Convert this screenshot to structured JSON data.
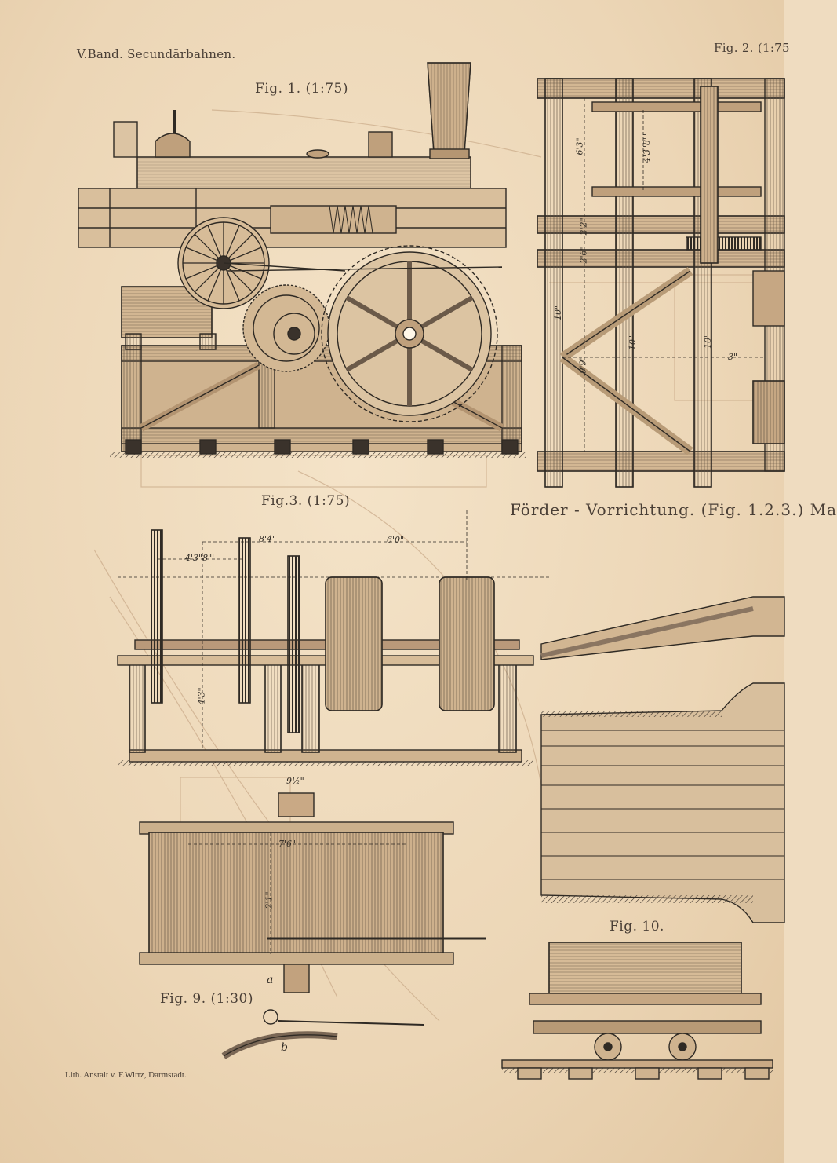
{
  "header": {
    "left": "V.Band. Secundärbahnen.",
    "right": "Fig. 2. (1:75"
  },
  "figures": {
    "fig1": "Fig. 1. (1:75)",
    "fig3": "Fig.3. (1:75)",
    "fig9": "Fig. 9. (1:30)",
    "fig10": "Fig. 10.",
    "title": "Förder - Vorrichtung. (Fig. 1.2.3.) Ma"
  },
  "dimensions": {
    "fig2_a": "6'3\"",
    "fig2_b": "4'3\"8\"'",
    "fig2_c": "2'2\"",
    "fig2_d": "2'6\"",
    "fig2_e": "10\"",
    "fig2_f": "10\"",
    "fig2_g": "10\"",
    "fig2_h": "9'9\"",
    "fig2_i": "3\"",
    "fig3_a": "8'4\"",
    "fig3_b": "6'0\"",
    "fig3_c": "4'3\"8\"'",
    "fig3_d": "4'3\"",
    "fig9_a": "9½\"",
    "fig9_b": "7'6\"",
    "fig9_c": "2'1\""
  },
  "markers": {
    "a": "a",
    "b": "b"
  },
  "footer": {
    "imprint": "Lith. Anstalt v. F.Wirtz, Darmstadt."
  },
  "colors": {
    "paper": "#efdcc0",
    "ink": "#2f2a24",
    "wood": "#cdb08c",
    "faint": "#c9a988"
  }
}
